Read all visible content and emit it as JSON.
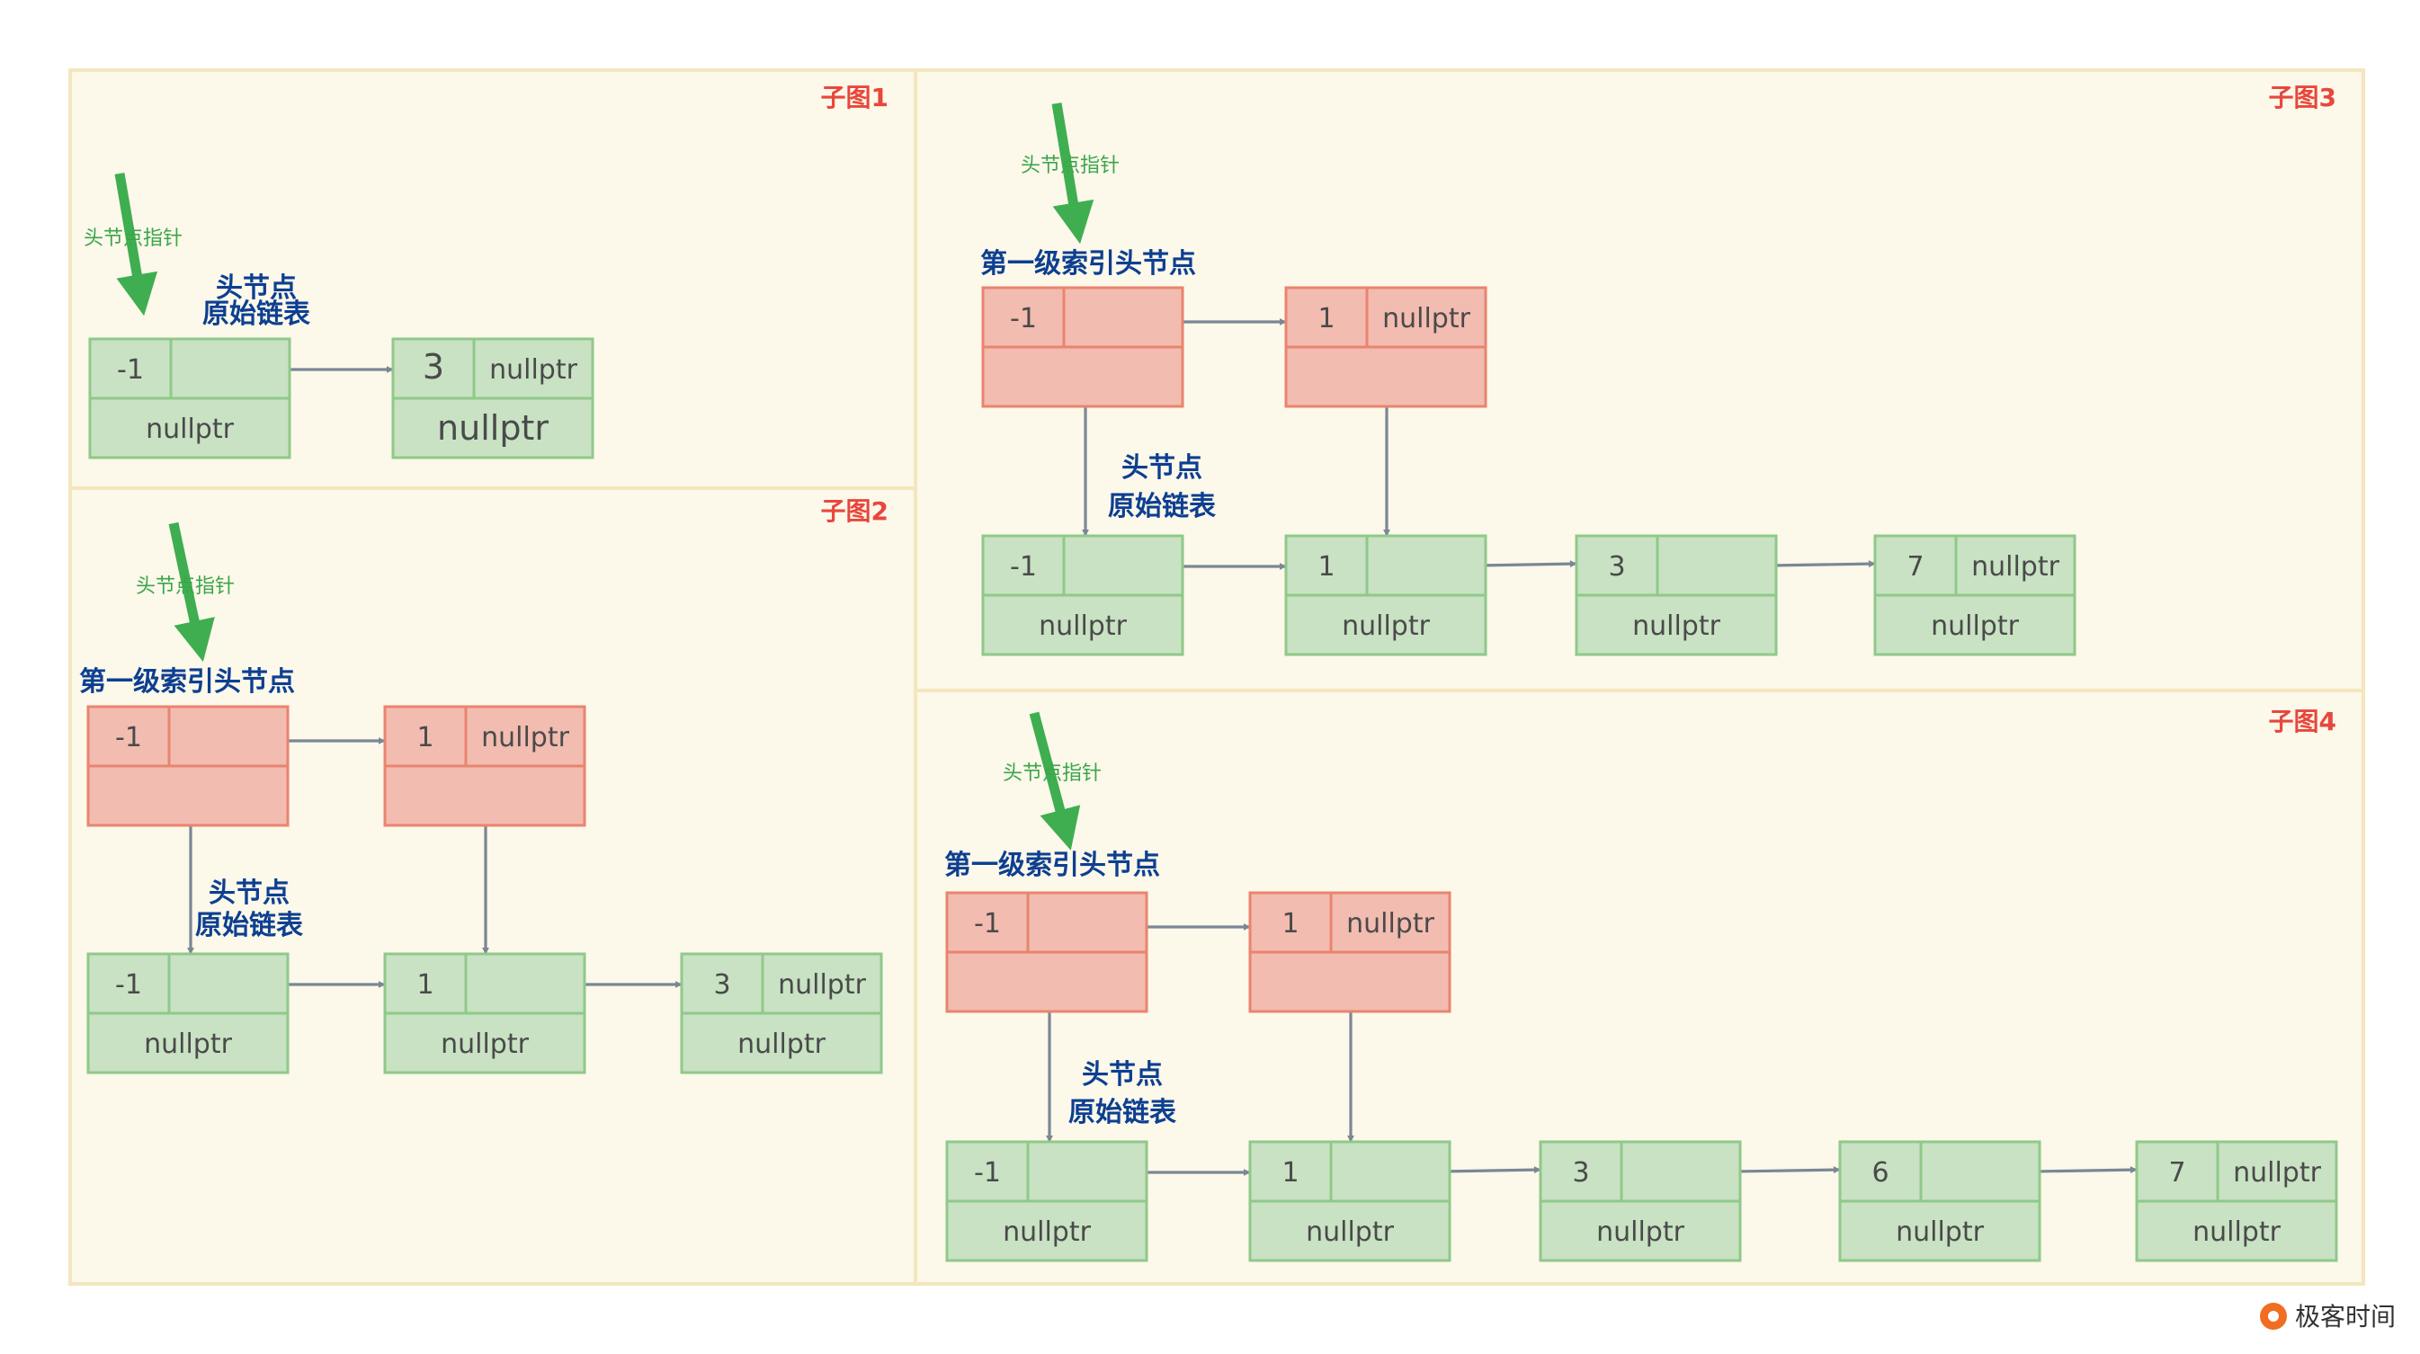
{
  "panels": [
    {
      "title": "子图1",
      "head_pointer": "头节点指针",
      "head_label": [
        "头节点",
        "原始链表"
      ],
      "nodes": [
        {
          "top": "-1",
          "right": "",
          "bottom": "nullptr"
        },
        {
          "top": "3",
          "right": "nullptr",
          "bottom": "nullptr"
        }
      ]
    },
    {
      "title": "子图2",
      "head_pointer": "头节点指针",
      "index_label": "第一级索引头节点",
      "head_label": [
        "头节点",
        "原始链表"
      ],
      "index_nodes": [
        {
          "top": "-1",
          "right": ""
        },
        {
          "top": "1",
          "right": "nullptr"
        }
      ],
      "nodes": [
        {
          "top": "-1",
          "right": "",
          "bottom": "nullptr"
        },
        {
          "top": "1",
          "right": "",
          "bottom": "nullptr"
        },
        {
          "top": "3",
          "right": "nullptr",
          "bottom": "nullptr"
        }
      ]
    },
    {
      "title": "子图3",
      "head_pointer": "头节点指针",
      "index_label": "第一级索引头节点",
      "head_label": [
        "头节点",
        "原始链表"
      ],
      "index_nodes": [
        {
          "top": "-1",
          "right": ""
        },
        {
          "top": "1",
          "right": "nullptr"
        }
      ],
      "nodes": [
        {
          "top": "-1",
          "right": "",
          "bottom": "nullptr"
        },
        {
          "top": "1",
          "right": "",
          "bottom": "nullptr"
        },
        {
          "top": "3",
          "right": "",
          "bottom": "nullptr"
        },
        {
          "top": "7",
          "right": "nullptr",
          "bottom": "nullptr"
        }
      ]
    },
    {
      "title": "子图4",
      "head_pointer": "头节点指针",
      "index_label": "第一级索引头节点",
      "head_label": [
        "头节点",
        "原始链表"
      ],
      "index_nodes": [
        {
          "top": "-1",
          "right": ""
        },
        {
          "top": "1",
          "right": "nullptr"
        }
      ],
      "nodes": [
        {
          "top": "-1",
          "right": "",
          "bottom": "nullptr"
        },
        {
          "top": "1",
          "right": "",
          "bottom": "nullptr"
        },
        {
          "top": "3",
          "right": "",
          "bottom": "nullptr"
        },
        {
          "top": "6",
          "right": "",
          "bottom": "nullptr"
        },
        {
          "top": "7",
          "right": "nullptr",
          "bottom": "nullptr"
        }
      ]
    }
  ],
  "brand": {
    "icon": "geektime-logo-icon",
    "text": "极客时间"
  },
  "colors": {
    "panel_bg": "#fcf8ea",
    "panel_border": "#f4e6bd",
    "title": "#e8473c",
    "node_green": "#c8e2c3",
    "node_green_border": "#8fc98a",
    "node_red": "#f2bcb0",
    "node_red_border": "#e9846f",
    "label_blue": "#0d3f91",
    "pointer_green": "#3aa64a",
    "edge_gray": "#7a8794"
  }
}
